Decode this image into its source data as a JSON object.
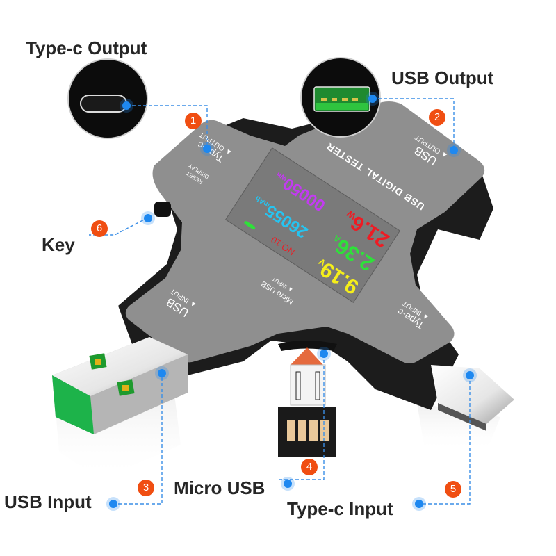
{
  "callouts": [
    {
      "number": "1",
      "label": "Type-c Output"
    },
    {
      "number": "2",
      "label": "USB Output"
    },
    {
      "number": "3",
      "label": "USB Input"
    },
    {
      "number": "4",
      "label": "Micro USB"
    },
    {
      "number": "5",
      "label": "Type-c Input"
    },
    {
      "number": "6",
      "label": "Key"
    }
  ],
  "device": {
    "title": "USB DIGITAL TESTER",
    "port_labels": {
      "typec_output": {
        "name": "Type-c",
        "dir": "OUTPUT"
      },
      "usb_output": {
        "name": "USB",
        "dir": "OUTPUT"
      },
      "usb_input": {
        "name": "USB",
        "dir": "INPUT"
      },
      "micro_input": {
        "name": "Micro USB",
        "dir": "INPUT"
      },
      "typec_input": {
        "name": "Type-c",
        "dir": "INPUT"
      }
    },
    "key_labels": {
      "reset": "RESET",
      "display": "DISPLAY"
    },
    "screen": {
      "voltage": {
        "value": "9.19",
        "unit": "V"
      },
      "current": {
        "value": "2.36",
        "unit": "A"
      },
      "power": {
        "value": "21.6",
        "unit": "W"
      },
      "group": "NO.10",
      "capacity": {
        "value": "26055",
        "unit": "mAh"
      },
      "time": {
        "value": "00050",
        "unit": "Wh"
      }
    }
  },
  "colors": {
    "badge": "#f04e12",
    "leader": "#1e88f0",
    "voltage": "#f5ee1a",
    "current": "#2fe03a",
    "power": "#ee1c24",
    "capacity": "#26c4f0",
    "time": "#c23bf0",
    "group": "#ee1c24"
  }
}
